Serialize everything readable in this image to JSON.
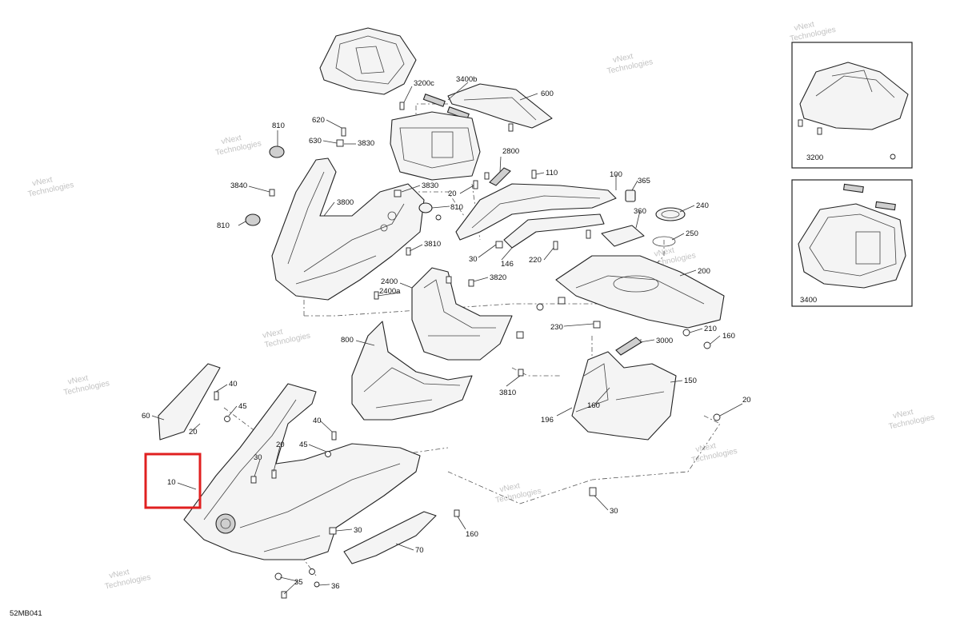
{
  "diagram_code": "52MB041",
  "watermark_line1": "vNext",
  "watermark_line2": "Technologies",
  "watermark_inline": "vNext Technologies",
  "highlight_color": "#e02020",
  "callouts": {
    "c3200c": "3200c",
    "c3400b": "3400b",
    "c600": "600",
    "c810a": "810",
    "c620": "620",
    "c630": "630",
    "c3830a": "3830",
    "c3840": "3840",
    "c3800": "3800",
    "c810b": "810",
    "c3830b": "3830",
    "c20a": "20",
    "c810c": "810",
    "c2800": "2800",
    "c110": "110",
    "c100": "100",
    "c365": "365",
    "c360": "360",
    "c240": "240",
    "c250": "250",
    "c3810a": "3810",
    "c30a": "30",
    "c146": "146",
    "c220": "220",
    "c200": "200",
    "c2400": "2400",
    "c2400a": "2400a",
    "c3820": "3820",
    "c230": "230",
    "c210": "210",
    "c160a": "160",
    "c3000": "3000",
    "c800": "800",
    "c3810b": "3810",
    "c150": "150",
    "c196": "196",
    "c160b": "160",
    "c20b": "20",
    "c40a": "40",
    "c45a": "45",
    "c60": "60",
    "c20c": "20",
    "c40b": "40",
    "c45b": "45",
    "c20d": "20",
    "c30b": "30",
    "c10": "10",
    "c30c": "30",
    "c70": "70",
    "c160c": "160",
    "c30d": "30",
    "c35": "35",
    "c36": "36",
    "c3200": "3200",
    "c3400": "3400"
  }
}
